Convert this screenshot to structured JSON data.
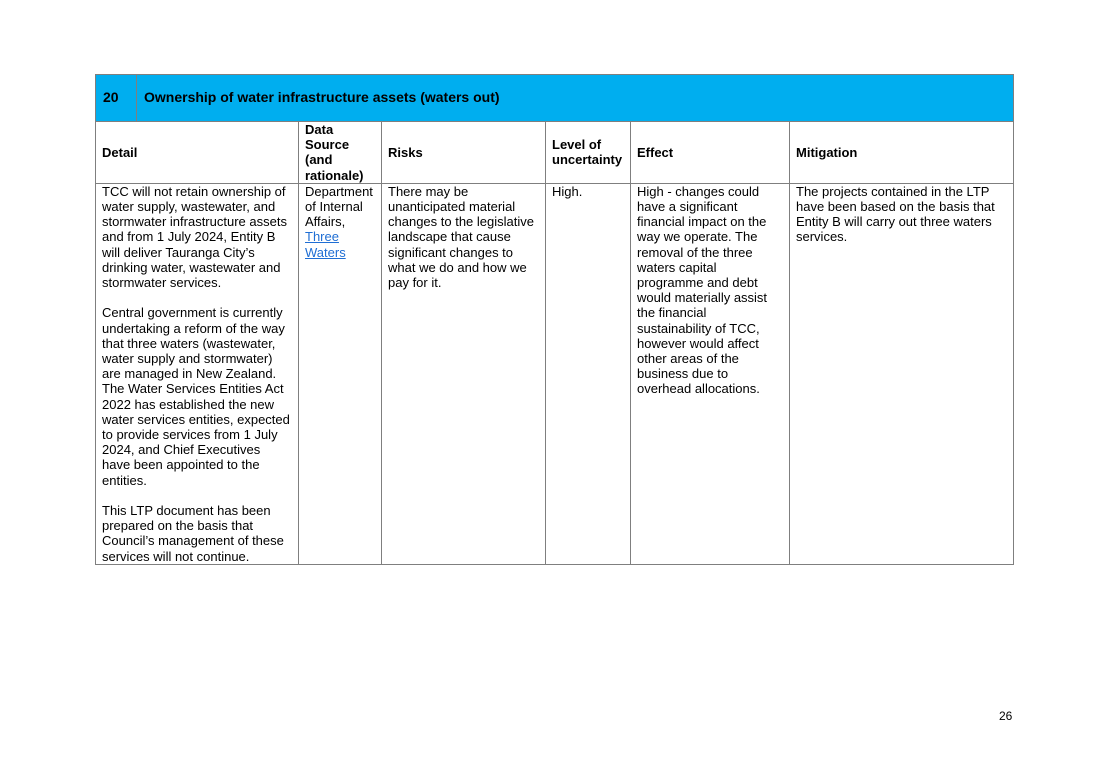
{
  "section": {
    "number": "20",
    "title": "Ownership of water infrastructure assets (waters out)"
  },
  "headers": {
    "detail": "Detail",
    "data_source": "Data Source (and rationale)",
    "risks": "Risks",
    "level": "Level of uncertainty",
    "effect": "Effect",
    "mitigation": "Mitigation"
  },
  "row": {
    "detail": [
      "TCC will not retain ownership of water supply, wastewater, and stormwater infrastructure assets and from 1 July 2024, Entity B will deliver Tauranga City’s drinking water, wastewater and stormwater services.",
      "Central government is currently undertaking a reform of the way that three waters (wastewater, water supply and stormwater) are managed in New Zealand. The Water Services Entities Act 2022 has established the new water services entities, expected to provide services from 1 July 2024, and Chief Executives have been appointed to the entities.",
      "This LTP document has been prepared on the basis that Council’s management of these services will not continue."
    ],
    "data_source_text": "Department of Internal Affairs,",
    "data_source_link": "Three Waters",
    "risks": "There may be unanticipated material changes to the legislative landscape that cause significant changes to what we do and how we pay for it.",
    "level": "High.",
    "effect": "High - changes could have a significant financial impact on the way we operate. The removal of the three waters capital programme and debt would materially assist the financial sustainability of TCC, however would affect other areas of the business due to overhead allocations.",
    "mitigation": "The projects contained in the LTP have been based on the basis that Entity B will carry out three waters services."
  },
  "page_number": "26",
  "colors": {
    "title_bar": "#00aeef",
    "link": "#1f6ed4",
    "border": "#7f7f7f"
  }
}
